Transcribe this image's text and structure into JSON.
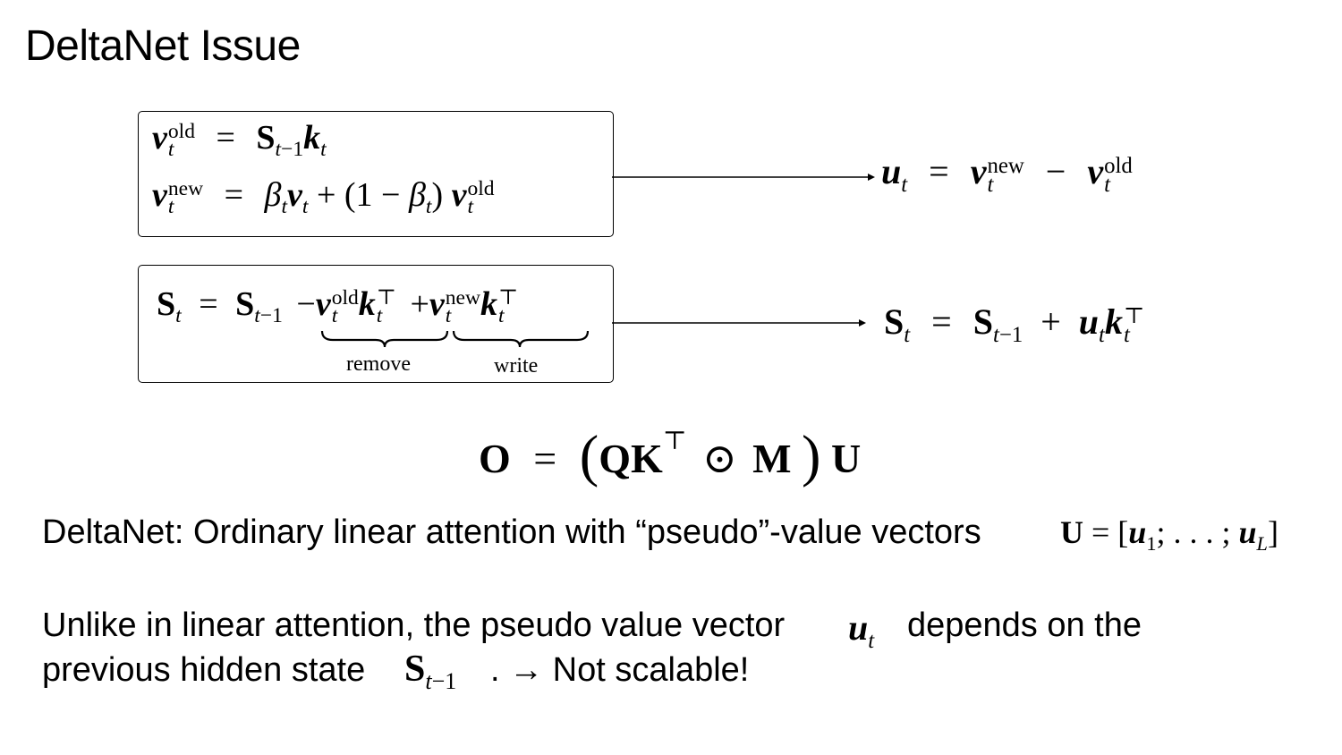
{
  "slide": {
    "title": "DeltaNet Issue"
  },
  "box1": {
    "line1": {
      "lhs_sup": "old",
      "lhs_sub": "t"
    },
    "line2": {
      "lhs_sup": "new",
      "lhs_sub": "t",
      "rhs_sup": "old",
      "rhs_sub": "t"
    }
  },
  "rhs1": {
    "sup_new": "new",
    "sup_old": "old"
  },
  "box2": {
    "sup_old": "old",
    "sup_new": "new",
    "label_remove": "remove",
    "label_write": "write"
  },
  "text": {
    "line1": "DeltaNet: Ordinary linear attention with “pseudo”-value vectors",
    "line2a": "Unlike in linear attention, the pseudo value vector",
    "line2b": "depends on the",
    "line3a": "previous hidden state",
    "line3b": ". → Not scalable!"
  }
}
